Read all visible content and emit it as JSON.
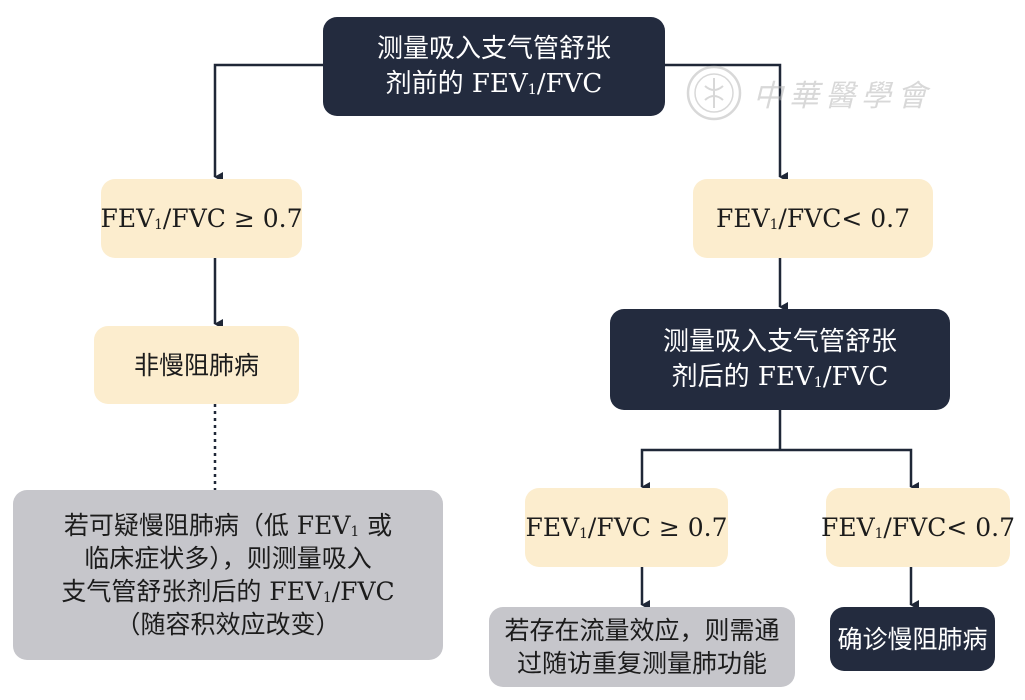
{
  "watermark": {
    "text": "中華醫學會",
    "icon": "seal-emblem-icon",
    "color": "#b9b9b9"
  },
  "colors": {
    "dark_box": "#232b3e",
    "cream_box": "#fcedce",
    "gray_box": "#c6c6cb",
    "line": "#1f2737"
  },
  "nodes": {
    "pre_test": {
      "line1": "测量吸入支气管舒张",
      "line2_pre": "剂前的 FEV",
      "sub": "1",
      "line2_post": "/FVC"
    },
    "left_ratio": {
      "pre": "FEV",
      "sub": "1",
      "post": "/FVC ≥ 0.7"
    },
    "right_ratio": {
      "pre": "FEV",
      "sub": "1",
      "post": "/FVC< 0.7"
    },
    "non_copd": {
      "text": "非慢阻肺病"
    },
    "suspect": {
      "line1_pre": "若可疑慢阻肺病（低 FEV",
      "line1_sub": "1",
      "line1_post": " 或",
      "line2": "临床症状多），则测量吸入",
      "line3_pre": "支气管舒张剂后的 FEV",
      "line3_sub": "1",
      "line3_post": "/FVC",
      "line4": "（随容积效应改变）"
    },
    "post_test": {
      "line1": "测量吸入支气管舒张",
      "line2_pre": "剂后的 FEV",
      "sub": "1",
      "line2_post": "/FVC"
    },
    "post_left_ratio": {
      "pre": "FEV",
      "sub": "1",
      "post": "/FVC ≥ 0.7"
    },
    "post_right_ratio": {
      "pre": "FEV",
      "sub": "1",
      "post": "/FVC< 0.7"
    },
    "volume_effect": {
      "line1": "若存在流量效应，则需通",
      "line2": "过随访重复测量肺功能"
    },
    "diagnosis": {
      "text": "确诊慢阻肺病"
    }
  }
}
